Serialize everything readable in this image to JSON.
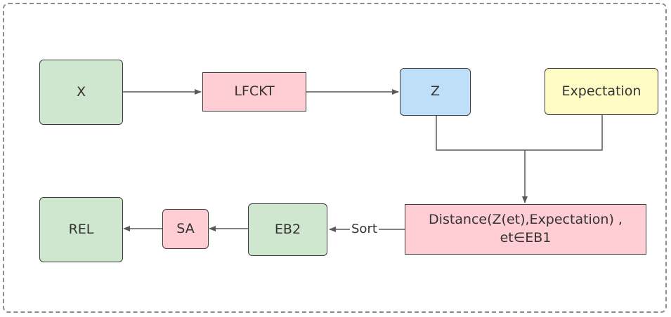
{
  "colors": {
    "green": "#cfe6cf",
    "pink": "#ffcdd4",
    "blue": "#bfdff8",
    "yellow": "#fffbc4",
    "edge": "#595959"
  },
  "nodes": {
    "x": "X",
    "lfckt": "LFCKT",
    "z": "Z",
    "expectation": "Expectation",
    "distance_line1": "Distance(Z(et),Expectation) ,",
    "distance_line2": "et∈EB1",
    "eb2": "EB2",
    "sa": "SA",
    "rel": "REL"
  },
  "edge_labels": {
    "sort": "Sort"
  }
}
